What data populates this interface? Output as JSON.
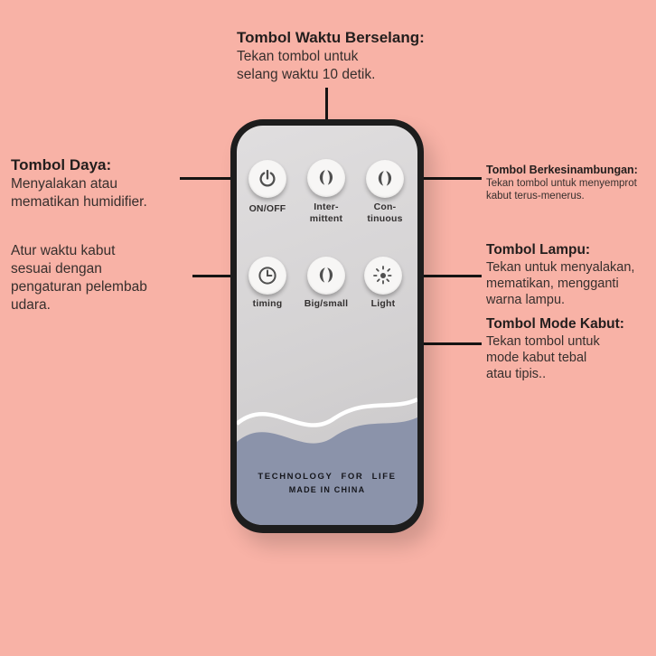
{
  "page": {
    "background_color": "#f8b2a6"
  },
  "remote": {
    "colors": {
      "body": "#d4d2d3",
      "border": "#1d1d1d",
      "wave": "#8b93aa",
      "button": "#f7f6f5",
      "icon": "#4f4f4f"
    },
    "buttons": [
      {
        "icon": "power-icon",
        "label_lines": [
          "ON/OFF"
        ]
      },
      {
        "icon": "mist-icon",
        "label_lines": [
          "Inter-",
          "mittent"
        ]
      },
      {
        "icon": "mist-icon",
        "label_lines": [
          "Con-",
          "tinuous"
        ]
      },
      {
        "icon": "clock-icon",
        "label_lines": [
          "timing"
        ]
      },
      {
        "icon": "mist-icon",
        "label_lines": [
          "Big/small"
        ]
      },
      {
        "icon": "sun-icon",
        "label_lines": [
          "Light"
        ]
      }
    ],
    "footer": {
      "line1": "TECHNOLOGY FOR LIFE",
      "line2": "MADE IN CHINA"
    }
  },
  "annotations": {
    "intermittent": {
      "title": "Tombol Waktu Berselang:",
      "line1": "Tekan tombol untuk",
      "line2": "selang waktu 10 detik."
    },
    "power": {
      "title": "Tombol Daya:",
      "line1": "Menyalakan atau",
      "line2": "mematikan humidifier."
    },
    "timing": {
      "line1": "Atur waktu kabut",
      "line2": "sesuai dengan",
      "line3": "pengaturan pelembab",
      "line4": "udara."
    },
    "continuous": {
      "title": "Tombol Berkesinambungan:",
      "line1": "Tekan tombol untuk menyemprot",
      "line2": "kabut terus-menerus."
    },
    "light": {
      "title": "Tombol Lampu:",
      "line1": "Tekan untuk menyalakan,",
      "line2": "mematikan, mengganti",
      "line3": "warna lampu."
    },
    "mist_mode": {
      "title": "Tombol Mode Kabut:",
      "line1": "Tekan tombol untuk",
      "line2": "mode kabut tebal",
      "line3": "atau tipis.."
    }
  }
}
